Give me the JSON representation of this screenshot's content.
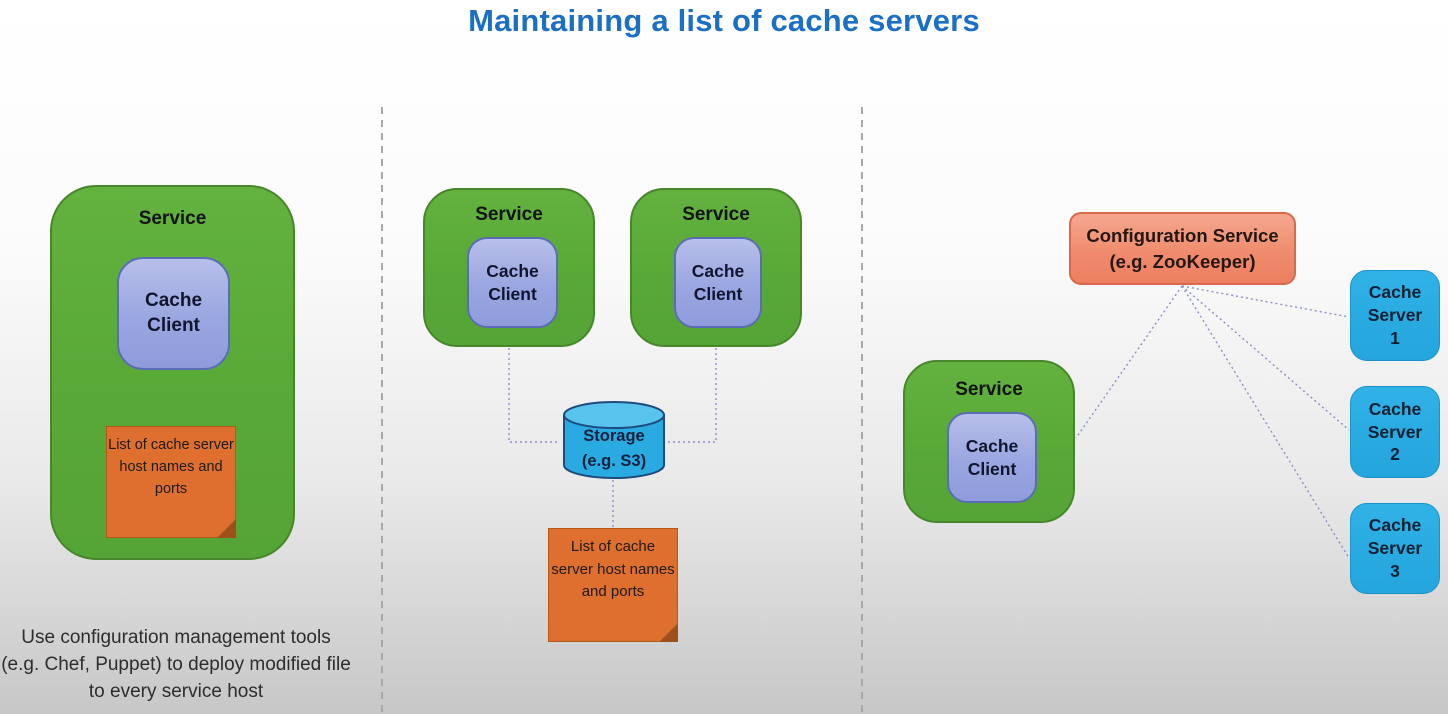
{
  "title": "Maintaining a list of cache servers",
  "colors": {
    "title_blue": "#1b6fc4",
    "service_green": "#58a837",
    "cache_client_purple": "#9aa6e0",
    "note_orange": "#de6f2e",
    "server_cyan": "#29abe2",
    "config_salmon": "#ef8a6c",
    "connector": "#8890c5"
  },
  "left_panel": {
    "service": {
      "label": "Service",
      "client_label": "Cache Client"
    },
    "note_text": "List of cache server host names and ports",
    "caption": "Use configuration management tools (e.g. Chef, Puppet) to deploy modified file to every service host"
  },
  "middle_panel": {
    "services": [
      {
        "label": "Service",
        "client_label": "Cache Client"
      },
      {
        "label": "Service",
        "client_label": "Cache Client"
      }
    ],
    "storage": {
      "label": "Storage",
      "sublabel": "(e.g. S3)"
    },
    "note_text": "List of cache server host names and ports"
  },
  "right_panel": {
    "config_service": {
      "label": "Configuration Service",
      "sublabel": "(e.g. ZooKeeper)"
    },
    "service": {
      "label": "Service",
      "client_label": "Cache Client"
    },
    "cache_servers": [
      {
        "label": "Cache Server 1"
      },
      {
        "label": "Cache Server 2"
      },
      {
        "label": "Cache Server 3"
      }
    ]
  }
}
